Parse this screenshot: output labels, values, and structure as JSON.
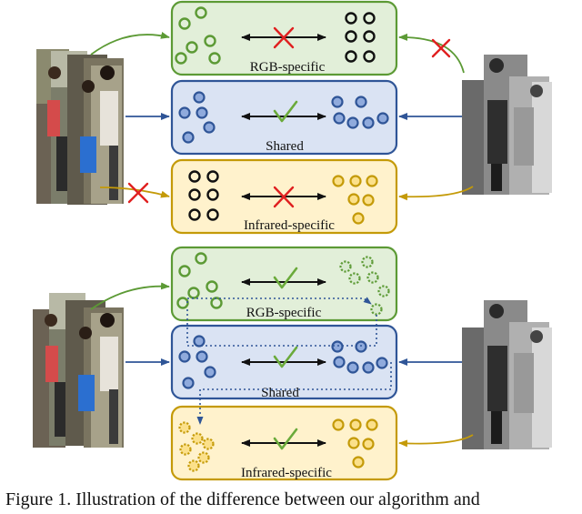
{
  "panels_top": {
    "rgb_label": "RGB-specific",
    "shared_label": "Shared",
    "infrared_label": "Infrared-specific"
  },
  "panels_bottom": {
    "rgb_label": "RGB-specific",
    "shared_label": "Shared",
    "infrared_label": "Infrared-specific"
  },
  "caption": "Figure 1. Illustration of the difference between our algorithm and",
  "colors": {
    "rgb": "#5c9a35",
    "rgb_fill": "#e2efd9",
    "shared": "#2f5597",
    "shared_fill": "#dae3f3",
    "infrared": "#c49a08",
    "infrared_fill": "#fff2cc",
    "cross": "#e02020",
    "check": "#6aaa3a",
    "black": "#111111"
  }
}
